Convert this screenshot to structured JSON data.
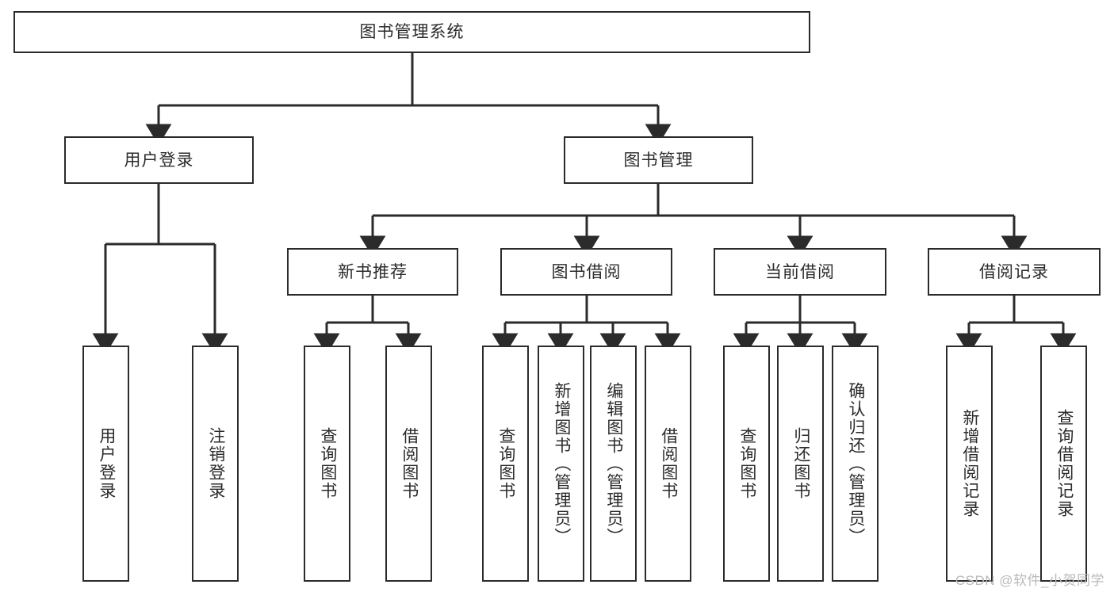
{
  "diagram": {
    "type": "tree-hierarchy-flowchart",
    "title": "图书管理系统",
    "orientation": "top-down",
    "line_color": "#2b2b2b",
    "box_fill": "#ffffff",
    "background": "#ffffff"
  },
  "nodes": {
    "root": {
      "label": "图书管理系统",
      "level": 0,
      "orientation": "horizontal"
    },
    "level1": [
      {
        "id": "user-login",
        "label": "用户登录",
        "orientation": "horizontal"
      },
      {
        "id": "book-management",
        "label": "图书管理",
        "orientation": "horizontal"
      }
    ],
    "level2": [
      {
        "id": "new-book-recommend",
        "label": "新书推荐",
        "orientation": "horizontal",
        "parent": "book-management"
      },
      {
        "id": "book-borrow",
        "label": "图书借阅",
        "orientation": "horizontal",
        "parent": "book-management"
      },
      {
        "id": "current-borrow",
        "label": "当前借阅",
        "orientation": "horizontal",
        "parent": "book-management"
      },
      {
        "id": "borrow-record",
        "label": "借阅记录",
        "orientation": "horizontal",
        "parent": "book-management"
      }
    ],
    "leaves": {
      "user_login": [
        {
          "id": "leaf-user-login",
          "label": "用户登录",
          "orientation": "vertical"
        },
        {
          "id": "leaf-user-logout",
          "label": "注销登录",
          "orientation": "vertical"
        }
      ],
      "new_book_recommend": [
        {
          "id": "leaf-query-book-1",
          "label": "查询图书",
          "orientation": "vertical"
        },
        {
          "id": "leaf-borrow-book-1",
          "label": "借阅图书",
          "orientation": "vertical"
        }
      ],
      "book_borrow": [
        {
          "id": "leaf-query-book-2",
          "label": "查询图书",
          "orientation": "vertical"
        },
        {
          "id": "leaf-add-book",
          "label": "新增图书（管理员）",
          "orientation": "vertical"
        },
        {
          "id": "leaf-edit-book",
          "label": "编辑图书（管理员）",
          "orientation": "vertical"
        },
        {
          "id": "leaf-borrow-book-2",
          "label": "借阅图书",
          "orientation": "vertical"
        }
      ],
      "current_borrow": [
        {
          "id": "leaf-query-book-3",
          "label": "查询图书",
          "orientation": "vertical"
        },
        {
          "id": "leaf-return-book",
          "label": "归还图书",
          "orientation": "vertical"
        },
        {
          "id": "leaf-confirm-return",
          "label": "确认归还（管理员）",
          "orientation": "vertical"
        }
      ],
      "borrow_record": [
        {
          "id": "leaf-add-record",
          "label": "新增借阅记录",
          "orientation": "vertical"
        },
        {
          "id": "leaf-query-record",
          "label": "查询借阅记录",
          "orientation": "vertical"
        }
      ]
    }
  },
  "watermark": {
    "text": "CSDN @软件_小贺同学"
  }
}
